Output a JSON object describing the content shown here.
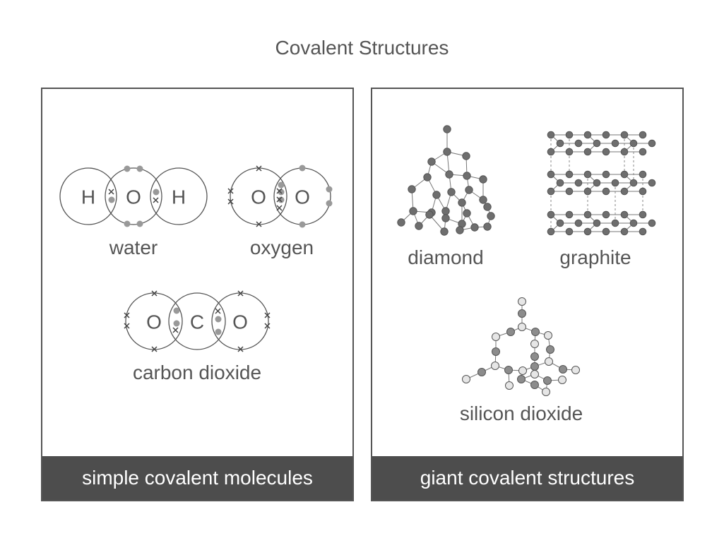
{
  "title": "Covalent Structures",
  "colors": {
    "text": "#555555",
    "footer_bg": "#4d4d4d",
    "footer_text": "#ffffff",
    "atom_dark": "#6e6e6e",
    "atom_light": "#e6e6e6",
    "electron_dot": "#999999"
  },
  "panels": {
    "simple": {
      "footer": "simple covalent molecules",
      "molecules": {
        "water": {
          "caption": "water",
          "atoms": [
            "H",
            "O",
            "H"
          ]
        },
        "oxygen": {
          "caption": "oxygen",
          "atoms": [
            "O",
            "O"
          ]
        },
        "carbon_dioxide": {
          "caption": "carbon dioxide",
          "atoms": [
            "O",
            "C",
            "O"
          ]
        }
      }
    },
    "giant": {
      "footer": "giant covalent structures",
      "structures": {
        "diamond": {
          "caption": "diamond"
        },
        "graphite": {
          "caption": "graphite"
        },
        "silicon_dioxide": {
          "caption": "silicon dioxide"
        }
      }
    }
  }
}
